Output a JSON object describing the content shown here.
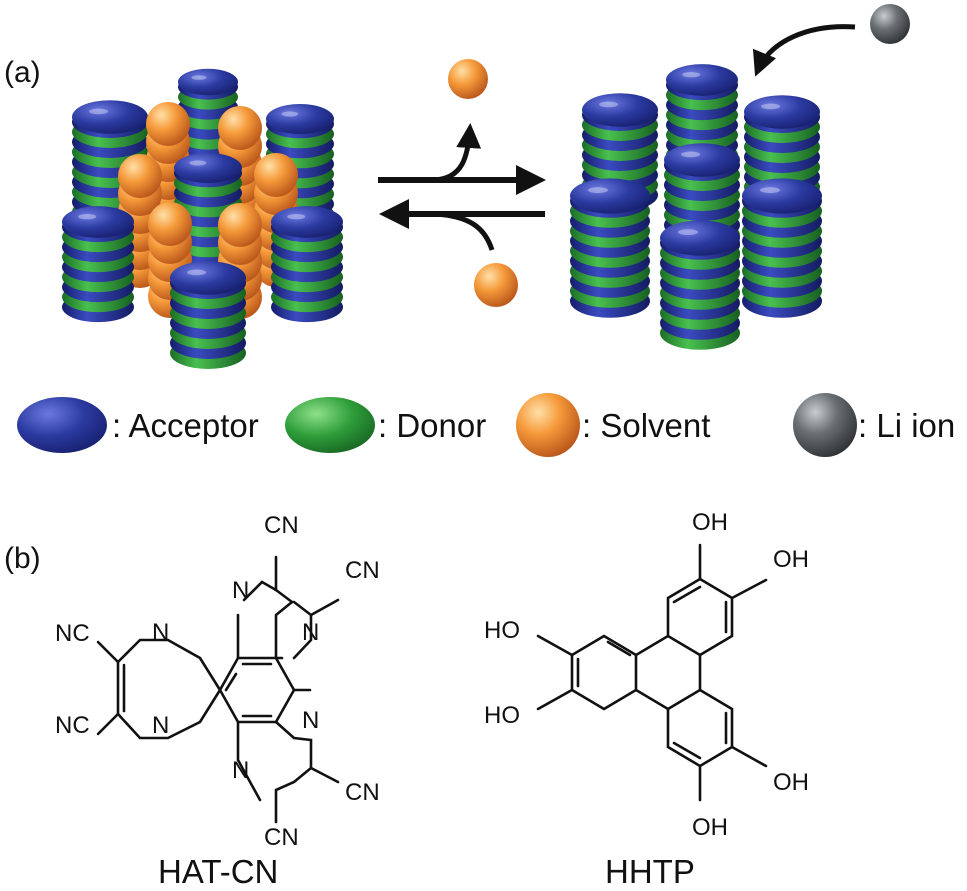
{
  "panel_a": {
    "label": "(a)",
    "legend": [
      {
        "key": "acceptor",
        "text": ": Acceptor",
        "color": "#2b3aa0"
      },
      {
        "key": "donor",
        "text": ": Donor",
        "color": "#2e9e3a"
      },
      {
        "key": "solvent",
        "text": ": Solvent",
        "color": "#f08a2a"
      },
      {
        "key": "li",
        "text": ": Li ion",
        "color": "#6a6f73"
      }
    ]
  },
  "panel_b": {
    "label": "(b)",
    "hatcn": {
      "name": "HAT-CN",
      "atoms": {
        "n": "N",
        "cn": "CN",
        "nc": "NC"
      }
    },
    "hhtp": {
      "name": "HHTP",
      "atoms": {
        "oh": "OH",
        "ho": "HO"
      }
    }
  },
  "colors": {
    "acceptor": "#2b3aa0",
    "donor": "#2e9e3a",
    "solvent": "#f08a2a",
    "li_ion": "#6a6f73",
    "arrow": "#111111"
  }
}
